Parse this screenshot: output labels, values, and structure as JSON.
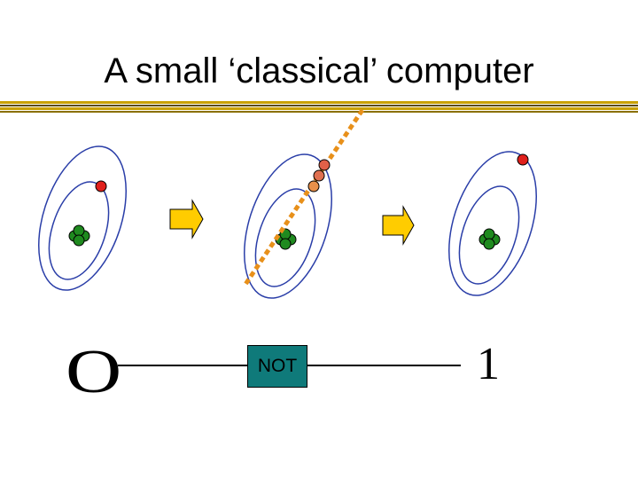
{
  "slide": {
    "title": "A small ‘classical’ computer"
  },
  "circuit": {
    "input_bit": "O",
    "gate_label": "NOT",
    "output_bit": "1"
  },
  "colors": {
    "title_rule_gold": "#c8a000",
    "title_rule_dark": "#5a4a00",
    "orbit_stroke": "#2a3ea8",
    "electron_ground": "#e0201c",
    "electron_excited": "#e07050",
    "nucleus": "#1f8a1f",
    "arrow_fill": "#ffcc00",
    "laser": "#e8901a",
    "gate_fill": "#0f7a7a"
  },
  "icons": [
    "atom-icon",
    "electron-icon",
    "nucleus-icon",
    "arrow-right-icon",
    "laser-beam-icon"
  ]
}
